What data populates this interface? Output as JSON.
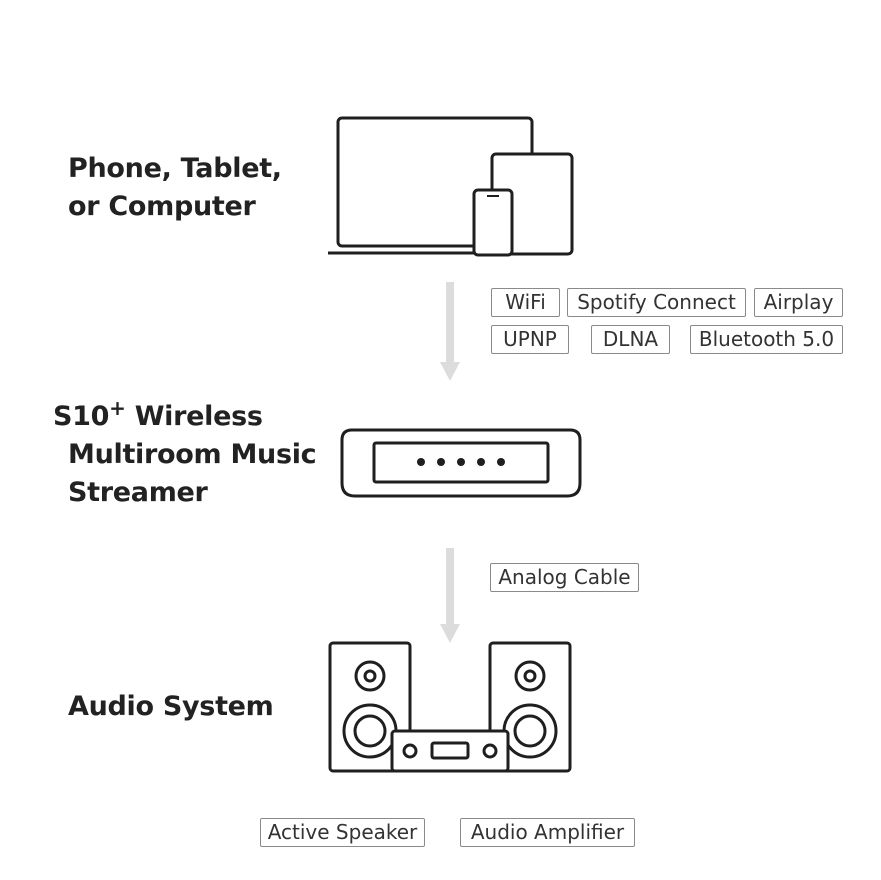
{
  "stages": {
    "source": {
      "line1": "Phone, Tablet,",
      "line2": "or Computer"
    },
    "streamer": {
      "model": "S10",
      "model_sup": "+",
      "line1_rest": " Wireless",
      "line2": "Multiroom Music",
      "line3": "Streamer"
    },
    "output": {
      "label": "Audio System"
    }
  },
  "connections_top": [
    "WiFi",
    "Spotify Connect",
    "Airplay",
    "UPNP",
    "DLNA",
    "Bluetooth 5.0"
  ],
  "connections_mid": [
    "Analog Cable"
  ],
  "system_parts": [
    "Active Speaker",
    "Audio Amplifier"
  ],
  "colors": {
    "line": "#1f1f1f",
    "arrow": "#dcdcdc",
    "tag_border": "#8a8a8a"
  },
  "icons": [
    "laptop-icon",
    "tablet-icon",
    "phone-icon",
    "streamer-device-icon",
    "speaker-left-icon",
    "speaker-right-icon",
    "amplifier-icon",
    "arrow-down-icon"
  ]
}
